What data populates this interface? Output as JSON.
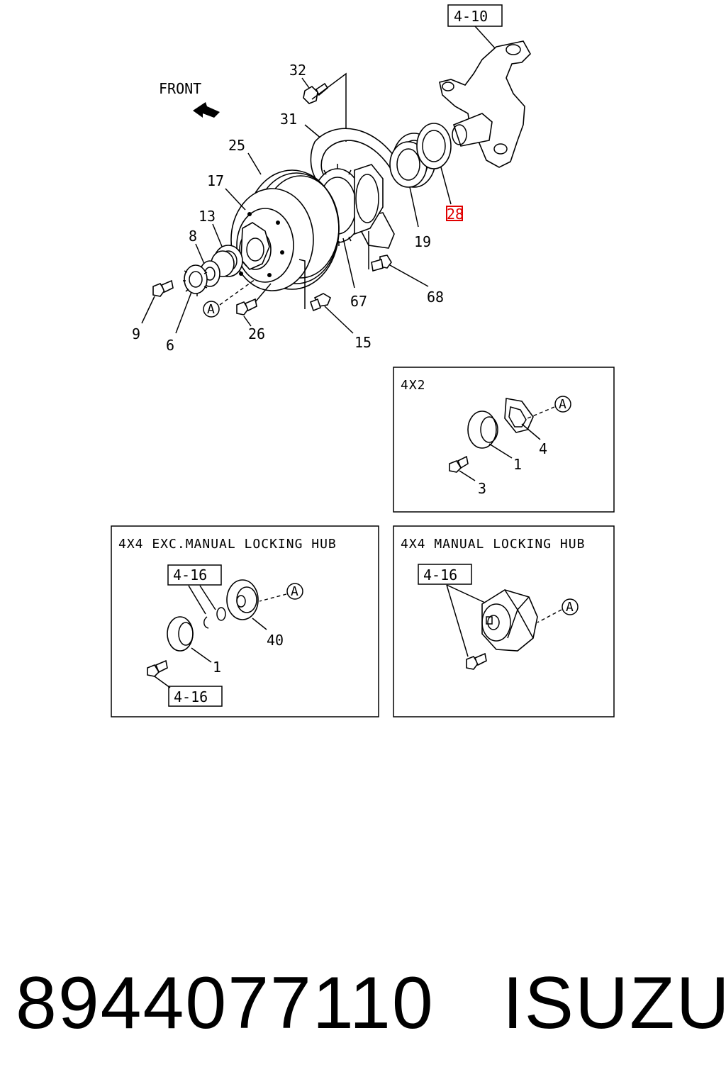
{
  "diagram": {
    "front_label": "FRONT",
    "ref_box_top": "4-10",
    "callouts": {
      "c32": "32",
      "c31": "31",
      "c25": "25",
      "c17": "17",
      "c13": "13",
      "c8": "8",
      "c9": "9",
      "c6": "6",
      "c26": "26",
      "c15": "15",
      "c67": "67",
      "c68": "68",
      "c19": "19",
      "c28": "28",
      "cA": "A"
    }
  },
  "insets": {
    "four_by_two": {
      "title": "4X2",
      "labels": {
        "l4": "4",
        "l1": "1",
        "l3": "3",
        "lA": "A"
      }
    },
    "exc_manual": {
      "title": "4X4  EXC.MANUAL  LOCKING  HUB",
      "ref_top": "4-16",
      "ref_bottom": "4-16",
      "labels": {
        "l40": "40",
        "l1": "1",
        "lA": "A"
      }
    },
    "manual": {
      "title": "4X4  MANUAL  LOCKING  HUB",
      "ref": "4-16",
      "labels": {
        "lA": "A"
      }
    }
  },
  "footer": {
    "part_number": "8944077110",
    "brand": "ISUZU"
  }
}
